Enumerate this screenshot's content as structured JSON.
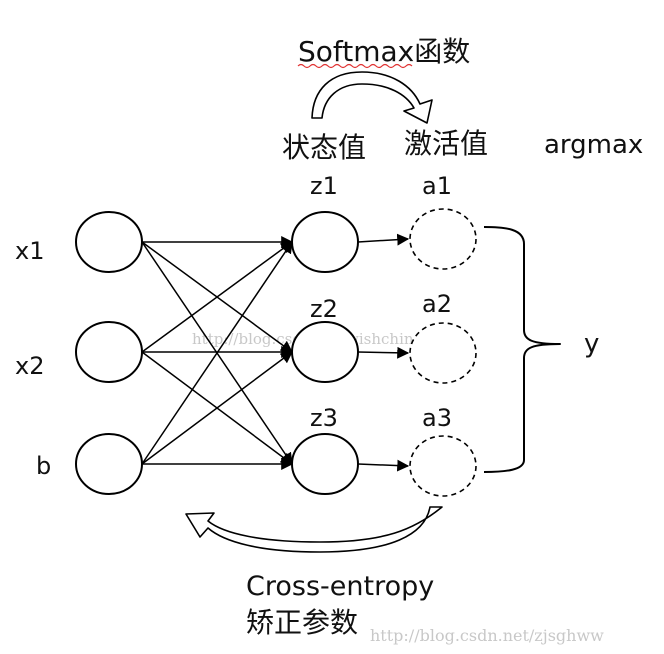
{
  "softmax_label": "Softmax函数",
  "state_value_label": "状态值",
  "activation_value_label": "激活值",
  "argmax_label": "argmax",
  "inputs": [
    "x1",
    "x2",
    "b"
  ],
  "z_labels": [
    "z1",
    "z2",
    "z3"
  ],
  "a_labels": [
    "a1",
    "a2",
    "a3"
  ],
  "output_label": "y",
  "cross_entropy_label": "Cross-entropy",
  "correct_params_label": "矫正参数",
  "watermark_center": "http://blog.csdn.net/wishchin",
  "watermark_bottom": "http://blog.csdn.net/zjsghww",
  "colors": {
    "stroke": "#000000",
    "text": "#111111",
    "watermark": "#c8c8c8",
    "squiggle": "#e03030"
  }
}
